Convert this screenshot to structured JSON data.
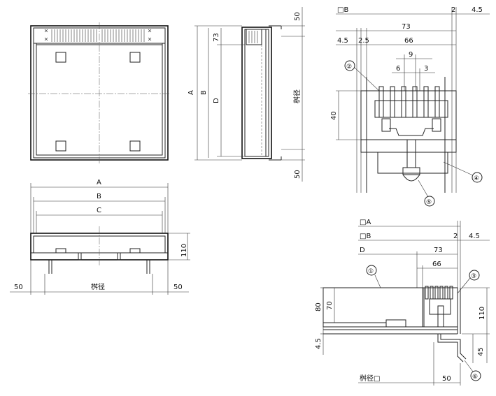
{
  "labels": {
    "A": "A",
    "B": "B",
    "C": "C",
    "D": "D",
    "size": "桝径",
    "size_sq": "桝径□",
    "sqA": "□A",
    "sqB": "□B",
    "fifty": "50",
    "d73": "73",
    "d66": "66",
    "d2": "2",
    "d45": "4.5",
    "d25": "2.5",
    "d9": "9",
    "d6": "6",
    "d3": "3",
    "d40": "40",
    "d110": "110",
    "d80": "80",
    "d70": "70",
    "d45b": "45"
  },
  "callouts": [
    "①",
    "②",
    "③",
    "④",
    "⑤",
    "⑥"
  ]
}
